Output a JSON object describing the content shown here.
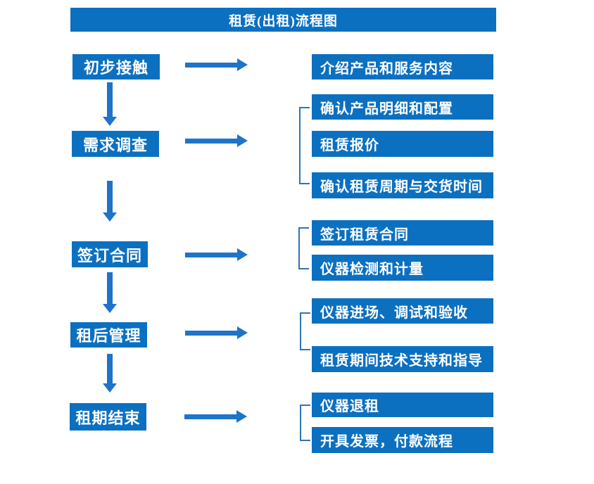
{
  "title": "租赁(出租)流程图",
  "colors": {
    "box_fill": "#0C70C0",
    "arrow": "#1E74C8",
    "bracket": "#2E75B6",
    "text": "#FFFFFF",
    "background": "#FFFFFF"
  },
  "rows": [
    {
      "step": "初步接触",
      "outputs": [
        "介绍产品和服务内容"
      ]
    },
    {
      "step": "需求调查",
      "outputs": [
        "确认产品明细和配置",
        "租赁报价",
        "确认租赁周期与交货时间"
      ]
    },
    {
      "step": "签订合同",
      "outputs": [
        "签订租赁合同",
        "仪器检测和计量"
      ]
    },
    {
      "step": "租后管理",
      "outputs": [
        "仪器进场、调试和验收",
        "租赁期间技术支持和指导"
      ]
    },
    {
      "step": "租期结束",
      "outputs": [
        "仪器退租",
        "开具发票，付款流程"
      ]
    }
  ]
}
